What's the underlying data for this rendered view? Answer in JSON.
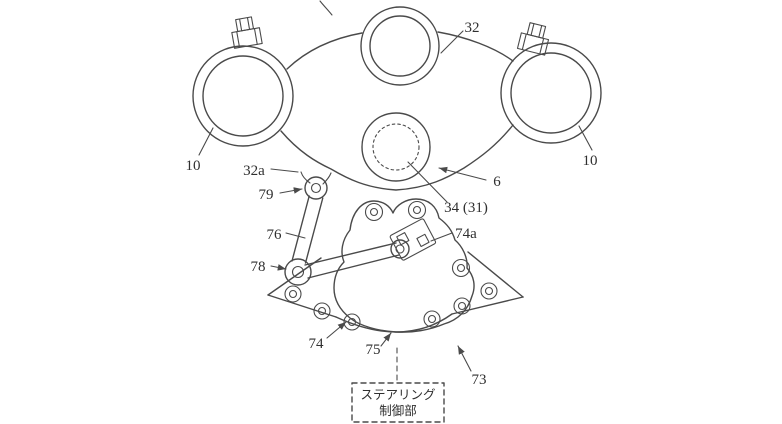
{
  "figure": {
    "kind": "patent-line-drawing",
    "subject": "motorcycle steering top-bridge and steering control linkage",
    "background_color": "#ffffff",
    "line_color": "#4a4a4a",
    "labels": {
      "ref_32": "32",
      "ref_10_left": "10",
      "ref_10_right": "10",
      "ref_32a": "32a",
      "ref_79": "79",
      "ref_6": "6",
      "ref_34_31": "34 (31)",
      "ref_76": "76",
      "ref_74a": "74a",
      "ref_78": "78",
      "ref_74": "74",
      "ref_75": "75",
      "ref_73": "73"
    },
    "control_box": {
      "line1": "ステアリング",
      "line2": "制御部"
    }
  }
}
